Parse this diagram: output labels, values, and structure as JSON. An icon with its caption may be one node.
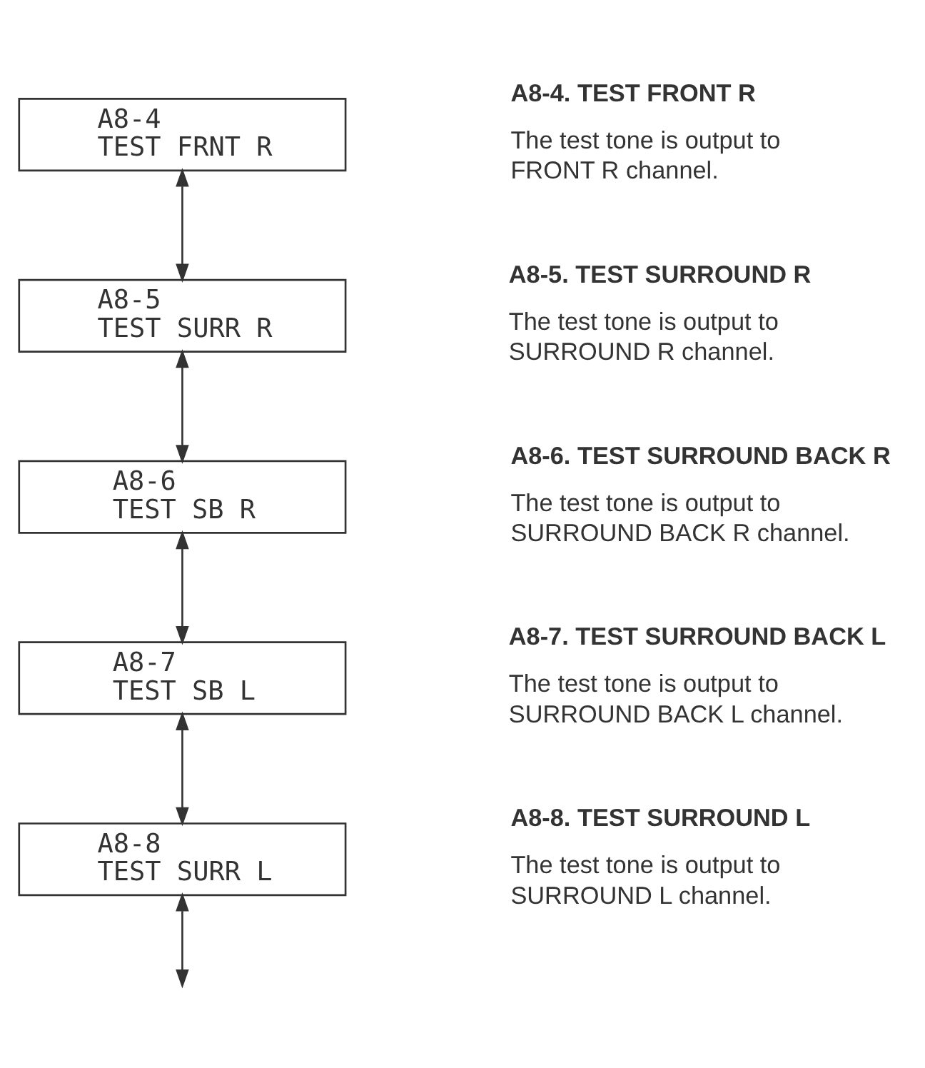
{
  "diagram": {
    "nodes": [
      {
        "text": [
          "A8-4",
          "TEST FRNT R"
        ],
        "beside": [
          "A8-4. TEST FRONT R",
          "The test tone is output to FRONT R channel."
        ]
      },
      {
        "text": [
          "A8-5",
          "TEST SURR R"
        ],
        "beside": [
          "A8-5. TEST SURROUND R",
          "The test tone is output to SURROUND R channel."
        ]
      },
      {
        "text": [
          "A8-6",
          "TEST SB R"
        ],
        "beside": [
          "A8-6. TEST SURROUND BACK R",
          "The test tone is output to SURROUND BACK R channel."
        ]
      },
      {
        "text": [
          "A8-7",
          "TEST SB L"
        ],
        "beside": [
          "A8-7. TEST SURROUND BACK L",
          "The test tone is output to SURROUND BACK L channel."
        ]
      },
      {
        "text": [
          "A8-8",
          "TEST SURR L"
        ],
        "beside": [
          "A8-8. TEST SURROUND L",
          "The test tone is output to SURROUND L channel."
        ]
      }
    ],
    "edges": [
      {
        "from": 0,
        "to": 1,
        "arrow": "both"
      },
      {
        "from": 1,
        "to": 2,
        "arrow": "both"
      },
      {
        "from": 2,
        "to": 3,
        "arrow": "both"
      },
      {
        "from": 3,
        "to": 4,
        "arrow": "both"
      },
      {
        "from": 4,
        "to": null,
        "arrow": "both"
      }
    ]
  }
}
